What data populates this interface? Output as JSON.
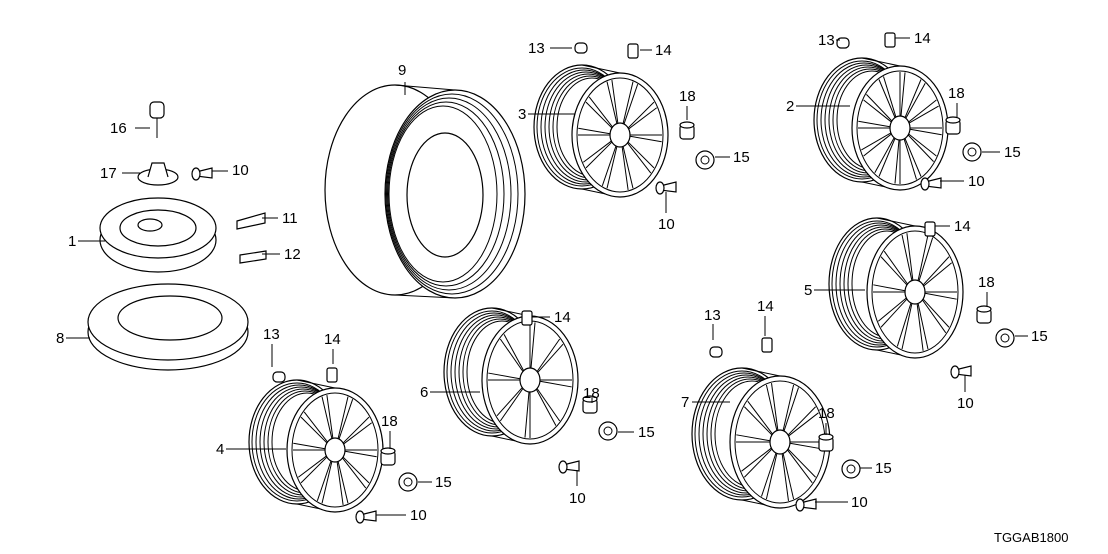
{
  "diagram_code": "TGGAB1800",
  "callouts": [
    "16",
    "17",
    "10",
    "11",
    "12",
    "1",
    "8",
    "9",
    "13",
    "14",
    "3",
    "18",
    "15",
    "10",
    "13",
    "14",
    "2",
    "18",
    "15",
    "10",
    "14",
    "5",
    "18",
    "15",
    "10",
    "14",
    "6",
    "18",
    "15",
    "10",
    "13",
    "14",
    "7",
    "18",
    "15",
    "10",
    "13",
    "14",
    "4",
    "18",
    "15",
    "10"
  ]
}
